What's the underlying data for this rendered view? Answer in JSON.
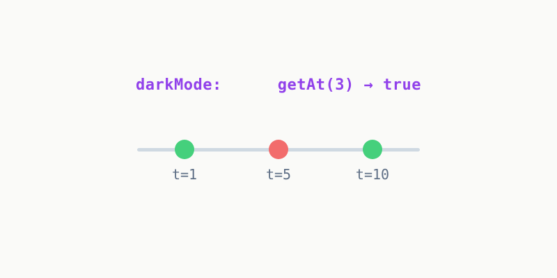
{
  "colors": {
    "background": "#fafaf8",
    "header_text": "#9141ea",
    "track": "#cfd9e2",
    "tick_label": "#5d6e85",
    "event_green": "#45d07c",
    "event_red": "#f26c6c"
  },
  "header": {
    "variable_label": "darkMode:",
    "query_expression": "getAt(3) → true"
  },
  "timeline": {
    "events": [
      {
        "label": "t=1",
        "t": 1,
        "color": "#45d07c"
      },
      {
        "label": "t=5",
        "t": 5,
        "color": "#f26c6c"
      },
      {
        "label": "t=10",
        "t": 10,
        "color": "#45d07c"
      }
    ]
  }
}
